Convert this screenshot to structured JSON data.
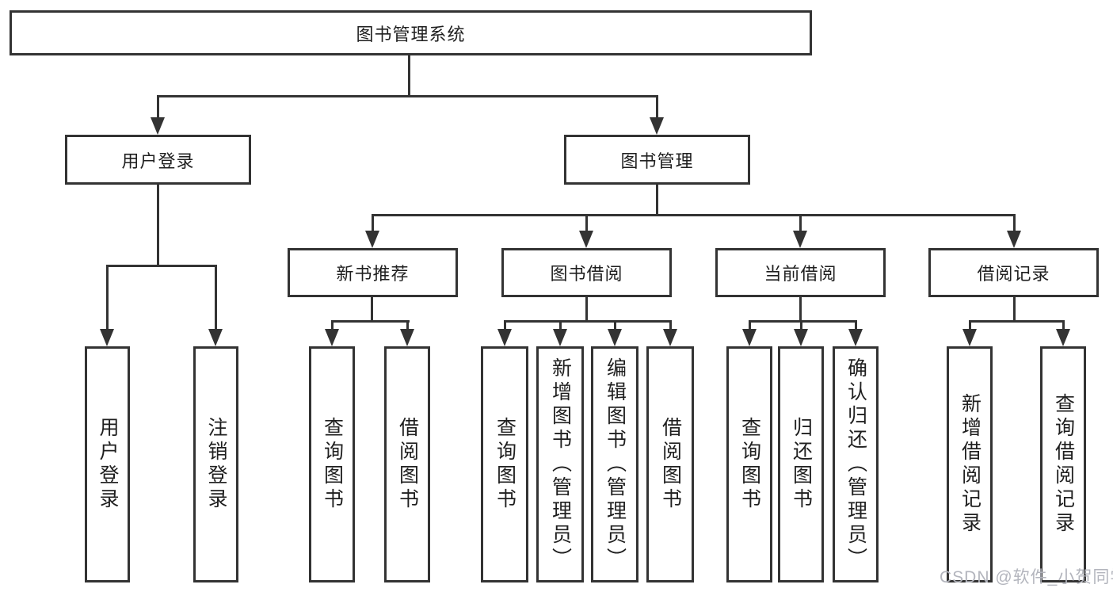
{
  "diagram": {
    "nodes": {
      "root": "图书管理系统",
      "user_login": "用户登录",
      "book_mgmt": "图书管理",
      "new_book": "新书推荐",
      "book_borrow": "图书借阅",
      "current_borrow": "当前借阅",
      "borrow_records": "借阅记录",
      "leaf_user_login": "用户登录",
      "leaf_logout": "注销登录",
      "leaf_nb_query": "查询图书",
      "leaf_nb_borrow": "借阅图书",
      "leaf_bb_query": "查询图书",
      "leaf_bb_add": "新增图书（管理员）",
      "leaf_bb_edit": "编辑图书（管理员）",
      "leaf_bb_borrow": "借阅图书",
      "leaf_cb_query": "查询图书",
      "leaf_cb_return": "归还图书",
      "leaf_cb_confirm": "确认归还（管理员）",
      "leaf_br_add": "新增借阅记录",
      "leaf_br_query": "查询借阅记录"
    },
    "watermark": "CSDN @软件_小贺同学",
    "colors": {
      "line": "#333333",
      "text": "#1f1f1f",
      "watermark": "#b3b5bd",
      "background": "#ffffff"
    }
  }
}
